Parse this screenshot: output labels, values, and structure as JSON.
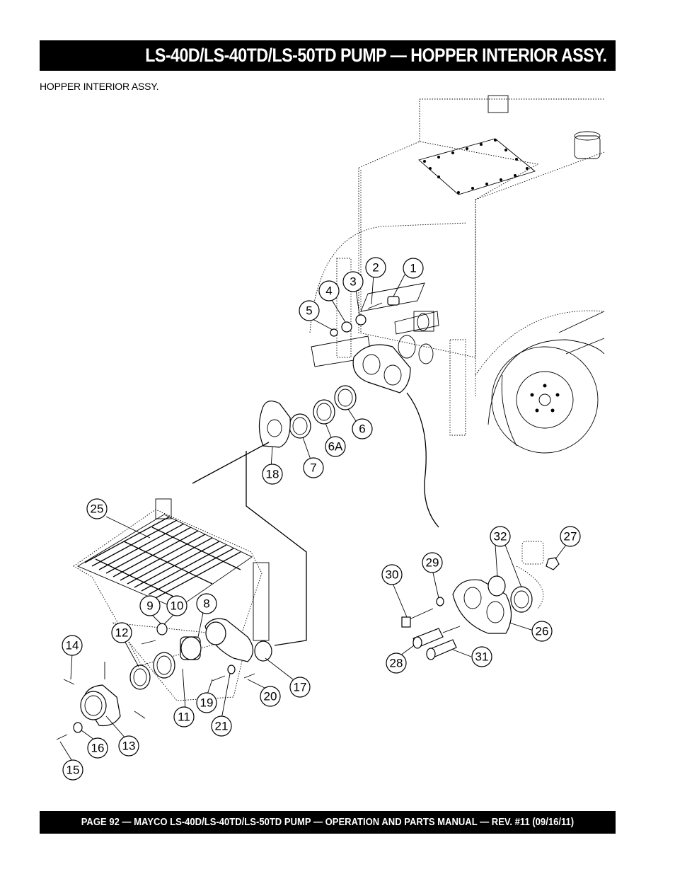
{
  "header": {
    "title": "LS-40D/LS-40TD/LS-50TD PUMP — HOPPER INTERIOR ASSY."
  },
  "section": {
    "label": "HOPPER INTERIOR ASSY."
  },
  "callouts": [
    "1",
    "2",
    "3",
    "4",
    "5",
    "6",
    "6A",
    "7",
    "8",
    "9",
    "10",
    "11",
    "12",
    "13",
    "14",
    "15",
    "16",
    "17",
    "18",
    "19",
    "20",
    "21",
    "25",
    "26",
    "27",
    "28",
    "29",
    "30",
    "31",
    "32"
  ],
  "footer": {
    "text": "PAGE 92 — MAYCO LS-40D/LS-40TD/LS-50TD PUMP — OPERATION AND PARTS MANUAL — REV. #11  (09/16/11)"
  },
  "colors": {
    "bar": "#000000",
    "bar_text": "#ffffff",
    "ink": "#000000"
  }
}
